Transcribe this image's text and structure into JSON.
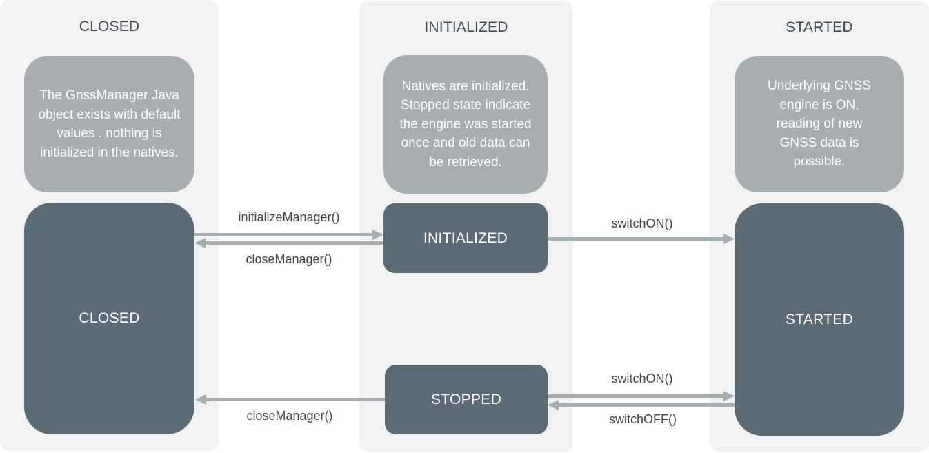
{
  "lanes": [
    {
      "title": "CLOSED",
      "description": "The GnssManager Java object exists with default values . nothing is initialized in the natives."
    },
    {
      "title": "INITIALIZED",
      "description": "Natives are initialized. Stopped state indicate the engine was started once and old data can be retrieved."
    },
    {
      "title": "STARTED",
      "description": "Underlying GNSS engine is ON, reading of new GNSS data is possible."
    }
  ],
  "states": {
    "closed": "CLOSED",
    "initialized": "INITIALIZED",
    "stopped": "STOPPED",
    "started": "STARTED"
  },
  "transitions": [
    {
      "from": "CLOSED",
      "to": "INITIALIZED",
      "label": "initializeManager()"
    },
    {
      "from": "INITIALIZED",
      "to": "CLOSED",
      "label": "closeManager()"
    },
    {
      "from": "INITIALIZED",
      "to": "STARTED",
      "label": "switchON()"
    },
    {
      "from": "STOPPED",
      "to": "CLOSED",
      "label": "closeManager()"
    },
    {
      "from": "STOPPED",
      "to": "STARTED",
      "label": "switchON()"
    },
    {
      "from": "STARTED",
      "to": "STOPPED",
      "label": "switchOFF()"
    }
  ],
  "colors": {
    "lane_bg": "#f2f2f2",
    "description_bg": "#a7aeb2",
    "state_bg": "#5b6b76",
    "arrow": "#a7aeb2",
    "text_dark": "#414b52"
  }
}
